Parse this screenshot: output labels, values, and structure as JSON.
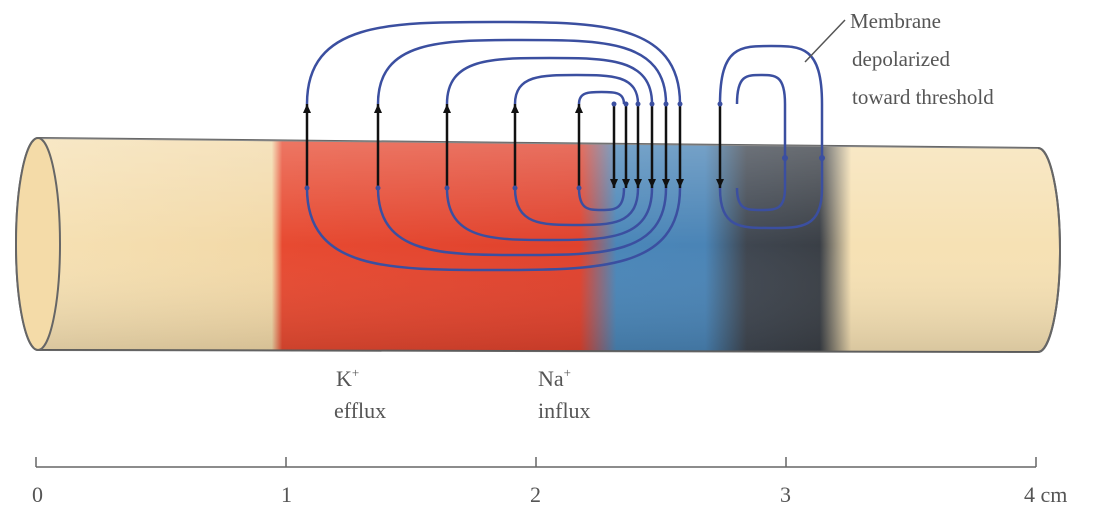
{
  "annotation": {
    "lines": [
      "Membrane",
      "depolarized",
      "toward threshold"
    ]
  },
  "ion_labels": {
    "k": {
      "ion": "K",
      "charge": "+",
      "word": "efflux"
    },
    "na": {
      "ion": "Na",
      "charge": "+",
      "word": "influx"
    }
  },
  "scale": {
    "ticks": [
      "0",
      "1",
      "2",
      "3",
      "4 cm"
    ]
  },
  "colors": {
    "axon_fill": "#f6e1b4",
    "axon_outline": "#666666",
    "k_region": "#e5452e",
    "na_region": "#4a84b6",
    "depolarized_region": "#454a52",
    "current_loops": "#3b4fa0",
    "arrows": "#111111"
  },
  "icons": [
    "upward-arrow-icon",
    "downward-arrow-icon"
  ]
}
